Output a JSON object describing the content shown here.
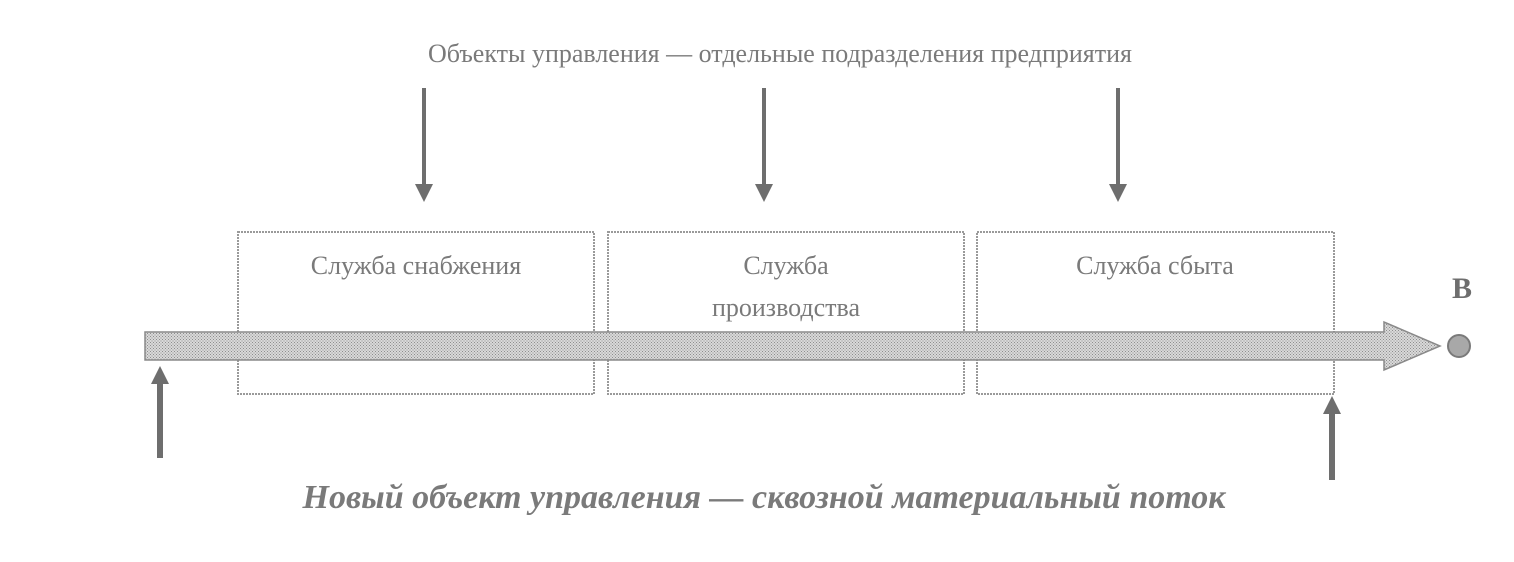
{
  "header": {
    "title": "Объекты управления — отдельные подразделения предприятия"
  },
  "departments": [
    {
      "lines": [
        "Служба снабжения"
      ]
    },
    {
      "lines": [
        "Служба",
        "производства"
      ]
    },
    {
      "lines": [
        "Служба сбыта"
      ]
    }
  ],
  "endpoint": {
    "label": "B"
  },
  "footer": {
    "caption": "Новый объект управления — сквозной материальный поток"
  },
  "colors": {
    "text": "#7a7a7a",
    "arrow": "#6e6e6e",
    "box_border": "#9a9a9a",
    "flow_fill": "#c4c4c4",
    "endpoint_fill": "#a8a8a8"
  }
}
